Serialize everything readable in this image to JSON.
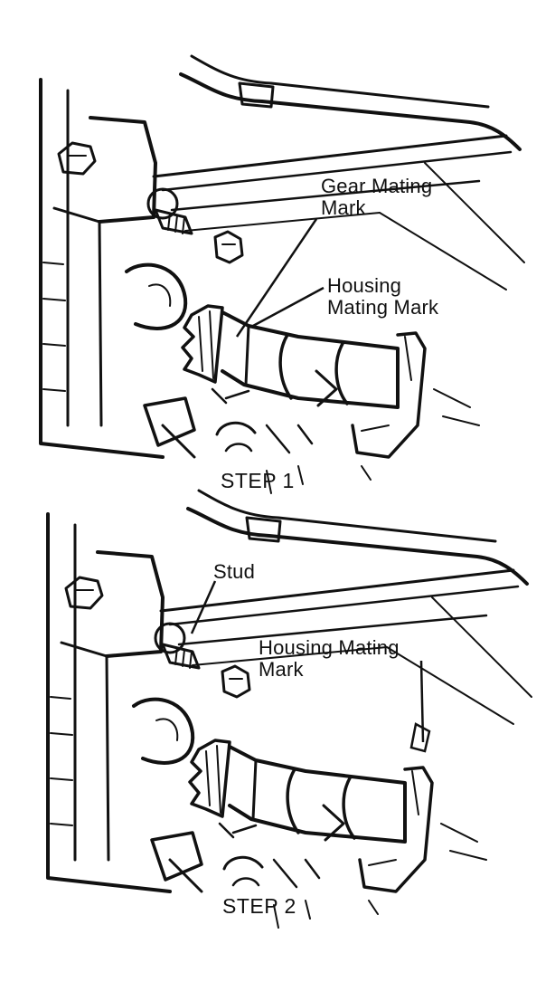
{
  "panels": [
    {
      "step_label": "STEP 1",
      "callouts": {
        "gear_mating_mark": [
          "Gear Mating",
          "Mark"
        ],
        "housing_mating_mark": [
          "Housing",
          "Mating Mark"
        ]
      }
    },
    {
      "step_label": "STEP 2",
      "callouts": {
        "stud": "Stud",
        "housing_mating_mark": [
          "Housing Mating",
          "Mark"
        ]
      }
    }
  ]
}
